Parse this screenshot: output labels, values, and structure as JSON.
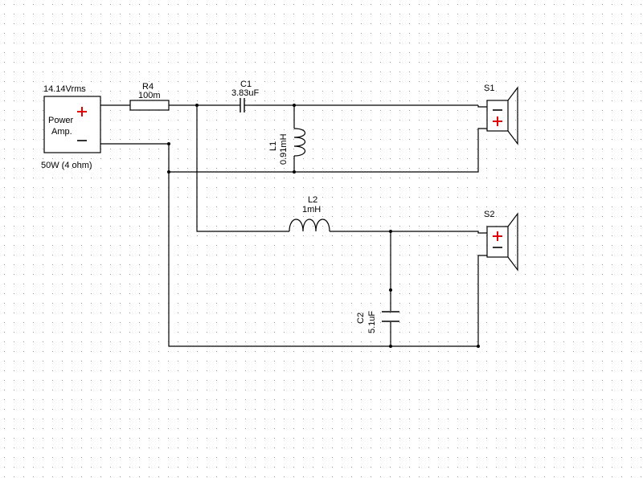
{
  "grid": {
    "dot_color": "#9a9a9a",
    "background": "#ffffff"
  },
  "source": {
    "voltage_label": "14.14Vrms",
    "name_line1": "Power",
    "name_line2": "Amp.",
    "rating_label": "50W (4 ohm)",
    "plus_icon": "plus-icon",
    "minus_icon": "minus-icon",
    "plus_color": "#e00000"
  },
  "components": {
    "r4": {
      "ref": "R4",
      "value": "100m"
    },
    "c1": {
      "ref": "C1",
      "value": "3.83uF"
    },
    "l1": {
      "ref": "L1",
      "value": "0.91mH"
    },
    "l2": {
      "ref": "L2",
      "value": "1mH"
    },
    "c2": {
      "ref": "C2",
      "value": "5.1uF"
    },
    "s1": {
      "ref": "S1"
    },
    "s2": {
      "ref": "S2"
    }
  }
}
